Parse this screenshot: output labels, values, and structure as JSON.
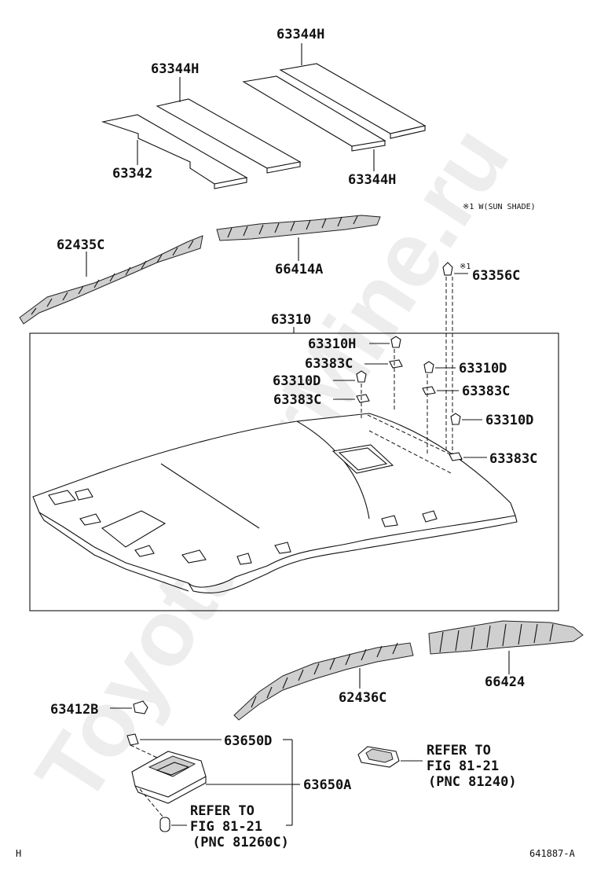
{
  "diagram": {
    "labels": {
      "pad_top": "63344H",
      "pad_mid": "63344H",
      "pad_right": "63344H",
      "pad_left": "63342",
      "trim_left": "62435C",
      "trim_right": "66414A",
      "headlining": "63310",
      "clip_h": "63310H",
      "clip_d_1": "63310D",
      "clip_d_2": "63310D",
      "clip_d_3": "63310D",
      "spacer_1": "63383C",
      "spacer_2": "63383C",
      "spacer_3": "63383C",
      "spacer_4": "63383C",
      "clip_sunshade": "63356C",
      "trim_lower_left": "62436C",
      "trim_lower_right": "66424",
      "clip_b": "63412B",
      "lamp_part": "63650D",
      "lamp_assy": "63650A"
    },
    "note_sunshade": "※1 W(SUN SHADE)",
    "note_marker": "※1",
    "refer_1": {
      "line1": "REFER TO",
      "line2": "FIG 81-21",
      "line3": "(PNC 81240)"
    },
    "refer_2": {
      "line1": "REFER TO",
      "line2": "FIG 81-21",
      "line3": "(PNC 81260C)"
    },
    "corner_left": "H",
    "figure_id": "641887-A",
    "watermark": "ToyotaCarMine.ru"
  }
}
